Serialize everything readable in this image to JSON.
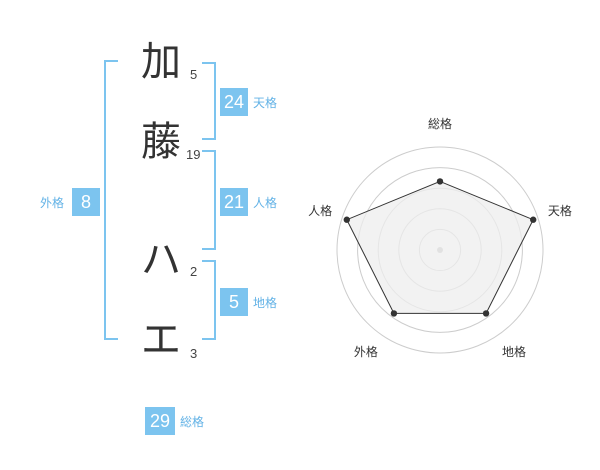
{
  "name": {
    "chars": [
      {
        "char": "加",
        "strokes": "5"
      },
      {
        "char": "藤",
        "strokes": "19"
      },
      {
        "char": "ハ",
        "strokes": "2"
      },
      {
        "char": "エ",
        "strokes": "3"
      }
    ]
  },
  "kaku": {
    "tenkaku": {
      "value": "24",
      "label": "天格"
    },
    "jinkaku": {
      "value": "21",
      "label": "人格"
    },
    "chikaku": {
      "value": "5",
      "label": "地格"
    },
    "gaikaku": {
      "value": "8",
      "label": "外格"
    },
    "soukaku": {
      "value": "29",
      "label": "総格"
    }
  },
  "colors": {
    "accent": "#7cc4ef",
    "accent_text": "#62b2e6",
    "radar_fill": "#eeeeee",
    "grid": "#cccccc"
  },
  "chart_data": {
    "type": "radar",
    "axes": [
      "総格",
      "天格",
      "地格",
      "外格",
      "人格"
    ],
    "values": [
      0.7,
      1.0,
      0.8,
      0.8,
      1.0
    ],
    "range": [
      0,
      1
    ],
    "rings": 5
  }
}
